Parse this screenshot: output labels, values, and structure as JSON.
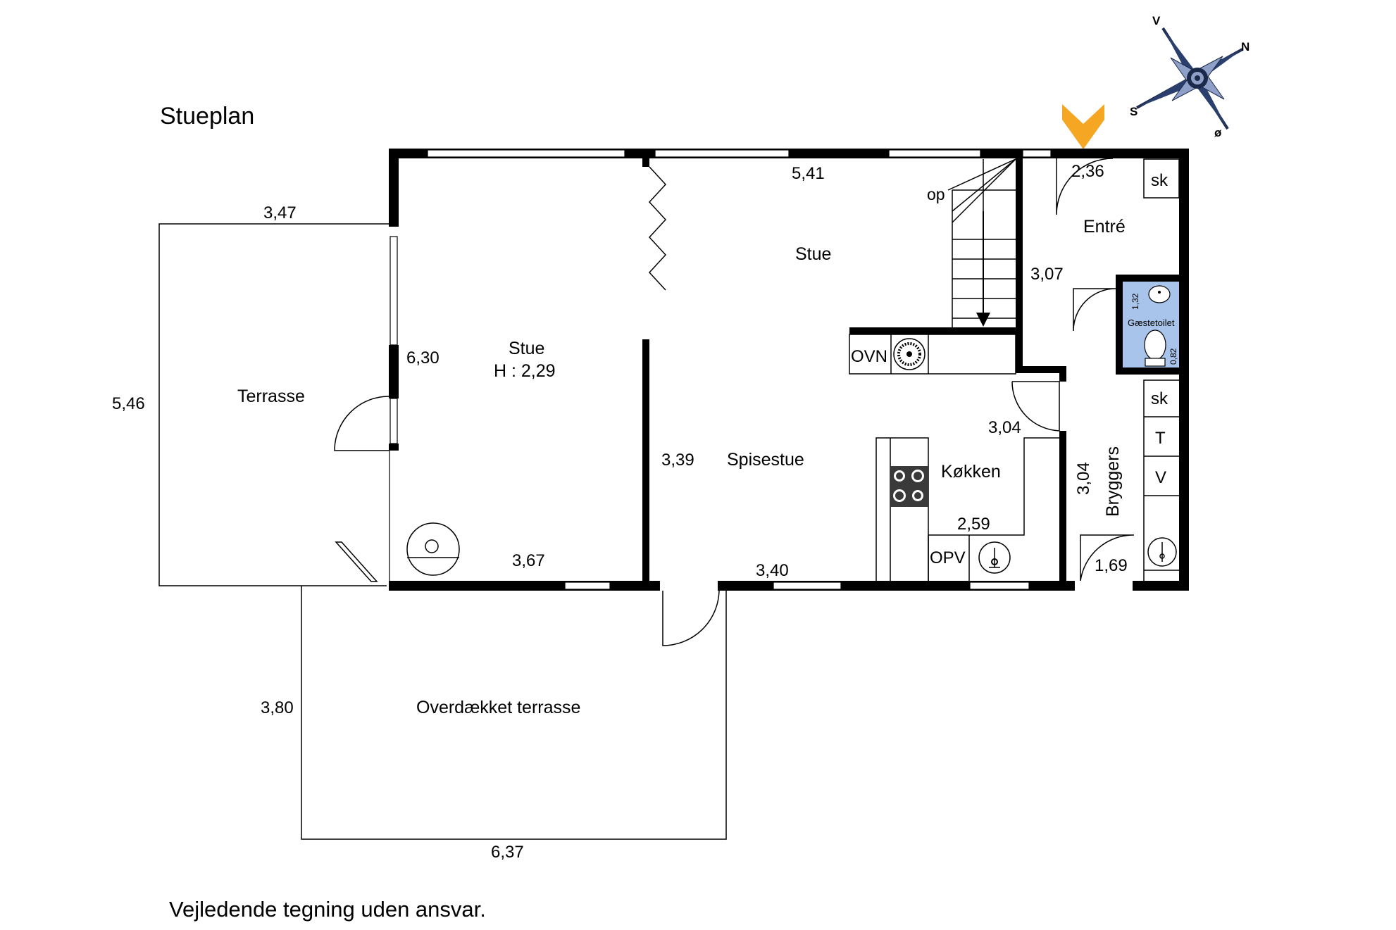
{
  "title": "Stueplan",
  "disclaimer": "Vejledende tegning uden ansvar.",
  "compass": {
    "n": "N",
    "s": "S",
    "v": "V",
    "o": "ø"
  },
  "entrance_marker_color": "#F5A623",
  "toilet_color": "#A9C4EA",
  "rooms": {
    "terrasse": "Terrasse",
    "stue_main": "Stue",
    "stue_height": "H : 2,29",
    "stue_upper": "Stue",
    "spisestue": "Spisestue",
    "koekken": "Køkken",
    "entre": "Entré",
    "bryggers": "Bryggers",
    "gaestetoilet": "Gæstetoilet",
    "overdaekket": "Overdækket terrasse"
  },
  "fixtures": {
    "op": "op",
    "ovn": "OVN",
    "opv": "OPV",
    "sk1": "sk",
    "sk2": "sk",
    "t": "T",
    "v": "V"
  },
  "dimensions": {
    "terrasse_width": "3,47",
    "terrasse_height": "5,46",
    "stue_height": "6,30",
    "stue_width": "3,67",
    "stue_upper_width": "5,41",
    "spisestue_height": "3,39",
    "spisestue_width": "3,40",
    "entre_width": "2,36",
    "entre_height": "3,07",
    "toilet_height": "1,32",
    "toilet_width": "0,82",
    "koekken_height": "3,04",
    "koekken_width": "2,59",
    "bryggers_height": "3,04",
    "bryggers_width": "1,69",
    "overdaekket_height": "3,80",
    "overdaekket_width": "6,37"
  }
}
